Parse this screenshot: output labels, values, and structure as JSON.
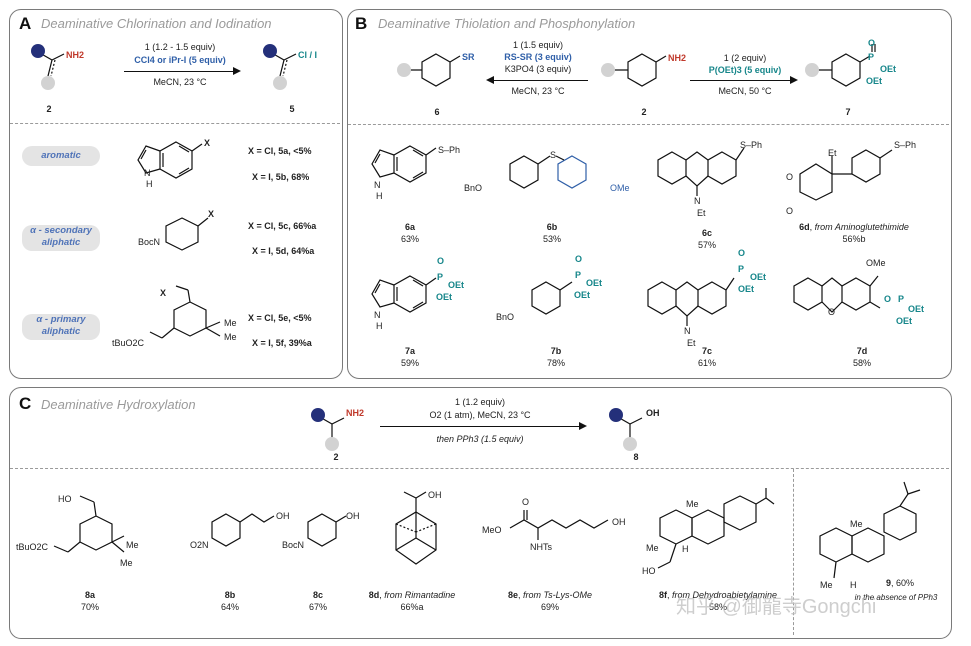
{
  "panelA": {
    "label": "A",
    "title": "Deaminative Chlorination and Iodination",
    "reagent1": "1 (1.2 - 1.5 equiv)",
    "reagent2": "CCl4 or iPr-I (5 equiv)",
    "conditions": "MeCN, 23 °C",
    "sm_num": "2",
    "prod_num": "5",
    "nh2": "NH2",
    "prod_sub": "Cl / I",
    "rows": [
      {
        "pill": "aromatic",
        "x": "X",
        "r1": "X = Cl, 5a, <5%",
        "r2": "X = I, 5b, 68%",
        "nh": "N\nH"
      },
      {
        "pill": "α - secondary aliphatic",
        "x": "X",
        "r1": "X = Cl, 5c, 66%a",
        "r2": "X = I, 5d, 64%a",
        "boc": "BocN"
      },
      {
        "pill": "α - primary aliphatic",
        "x": "X",
        "r1": "X = Cl, 5e, <5%",
        "r2": "X = I, 5f, 39%a",
        "ester": "tBuO2C",
        "me": "Me"
      }
    ]
  },
  "panelB": {
    "label": "B",
    "title": "Deaminative Thiolation and Phosphonylation",
    "left_r1": "1 (1.5 equiv)",
    "left_r2": "RS-SR (3 equiv)",
    "left_r3": "K3PO4 (3 equiv)",
    "left_r4": "MeCN, 23 °C",
    "right_r1": "1 (2 equiv)",
    "right_r2": "P(OEt)3 (5 equiv)",
    "right_r3": "MeCN, 50 °C",
    "num6": "6",
    "num2": "2",
    "num7": "7",
    "sr": "SR",
    "nh2": "NH2",
    "p": "P",
    "o": "O",
    "oet": "OEt",
    "products": [
      {
        "id": "6a",
        "yield": "63%"
      },
      {
        "id": "6b",
        "yield": "53%"
      },
      {
        "id": "6c",
        "yield": "57%"
      },
      {
        "id": "6d",
        "note": "from Aminoglutethimide",
        "yield": "56%b"
      },
      {
        "id": "7a",
        "yield": "59%"
      },
      {
        "id": "7b",
        "yield": "78%"
      },
      {
        "id": "7c",
        "yield": "61%"
      },
      {
        "id": "7d",
        "yield": "58%"
      }
    ],
    "text": {
      "sph": "S–Ph",
      "bno": "BnO",
      "ome": "OMe",
      "et": "Et",
      "n": "N",
      "h": "H",
      "o": "O"
    }
  },
  "panelC": {
    "label": "C",
    "title": "Deaminative Hydroxylation",
    "r1": "1 (1.2 equiv)",
    "r2": "O2 (1 atm), MeCN, 23 °C",
    "r3": "then PPh3 (1.5 equiv)",
    "sm_num": "2",
    "prod_num": "8",
    "nh2": "NH2",
    "oh": "OH",
    "products": [
      {
        "id": "8a",
        "yield": "70%"
      },
      {
        "id": "8b",
        "yield": "64%"
      },
      {
        "id": "8c",
        "yield": "67%"
      },
      {
        "id": "8d",
        "note": "from Rimantadine",
        "yield": "66%a"
      },
      {
        "id": "8e",
        "note": "from Ts-Lys-OMe",
        "yield": "69%"
      },
      {
        "id": "8f",
        "note": "from Dehydroabietylamine",
        "yield": "58%"
      },
      {
        "id": "9",
        "yield": "60%",
        "note": "in the absence of PPh3"
      }
    ],
    "text": {
      "ester": "tBuO2C",
      "o2n": "O2N",
      "boc": "BocN",
      "meo": "MeO",
      "nhts": "NHTs",
      "me": "Me",
      "h": "H",
      "o": "O"
    }
  },
  "watermark": "知乎 @御龍寺Gongchi"
}
